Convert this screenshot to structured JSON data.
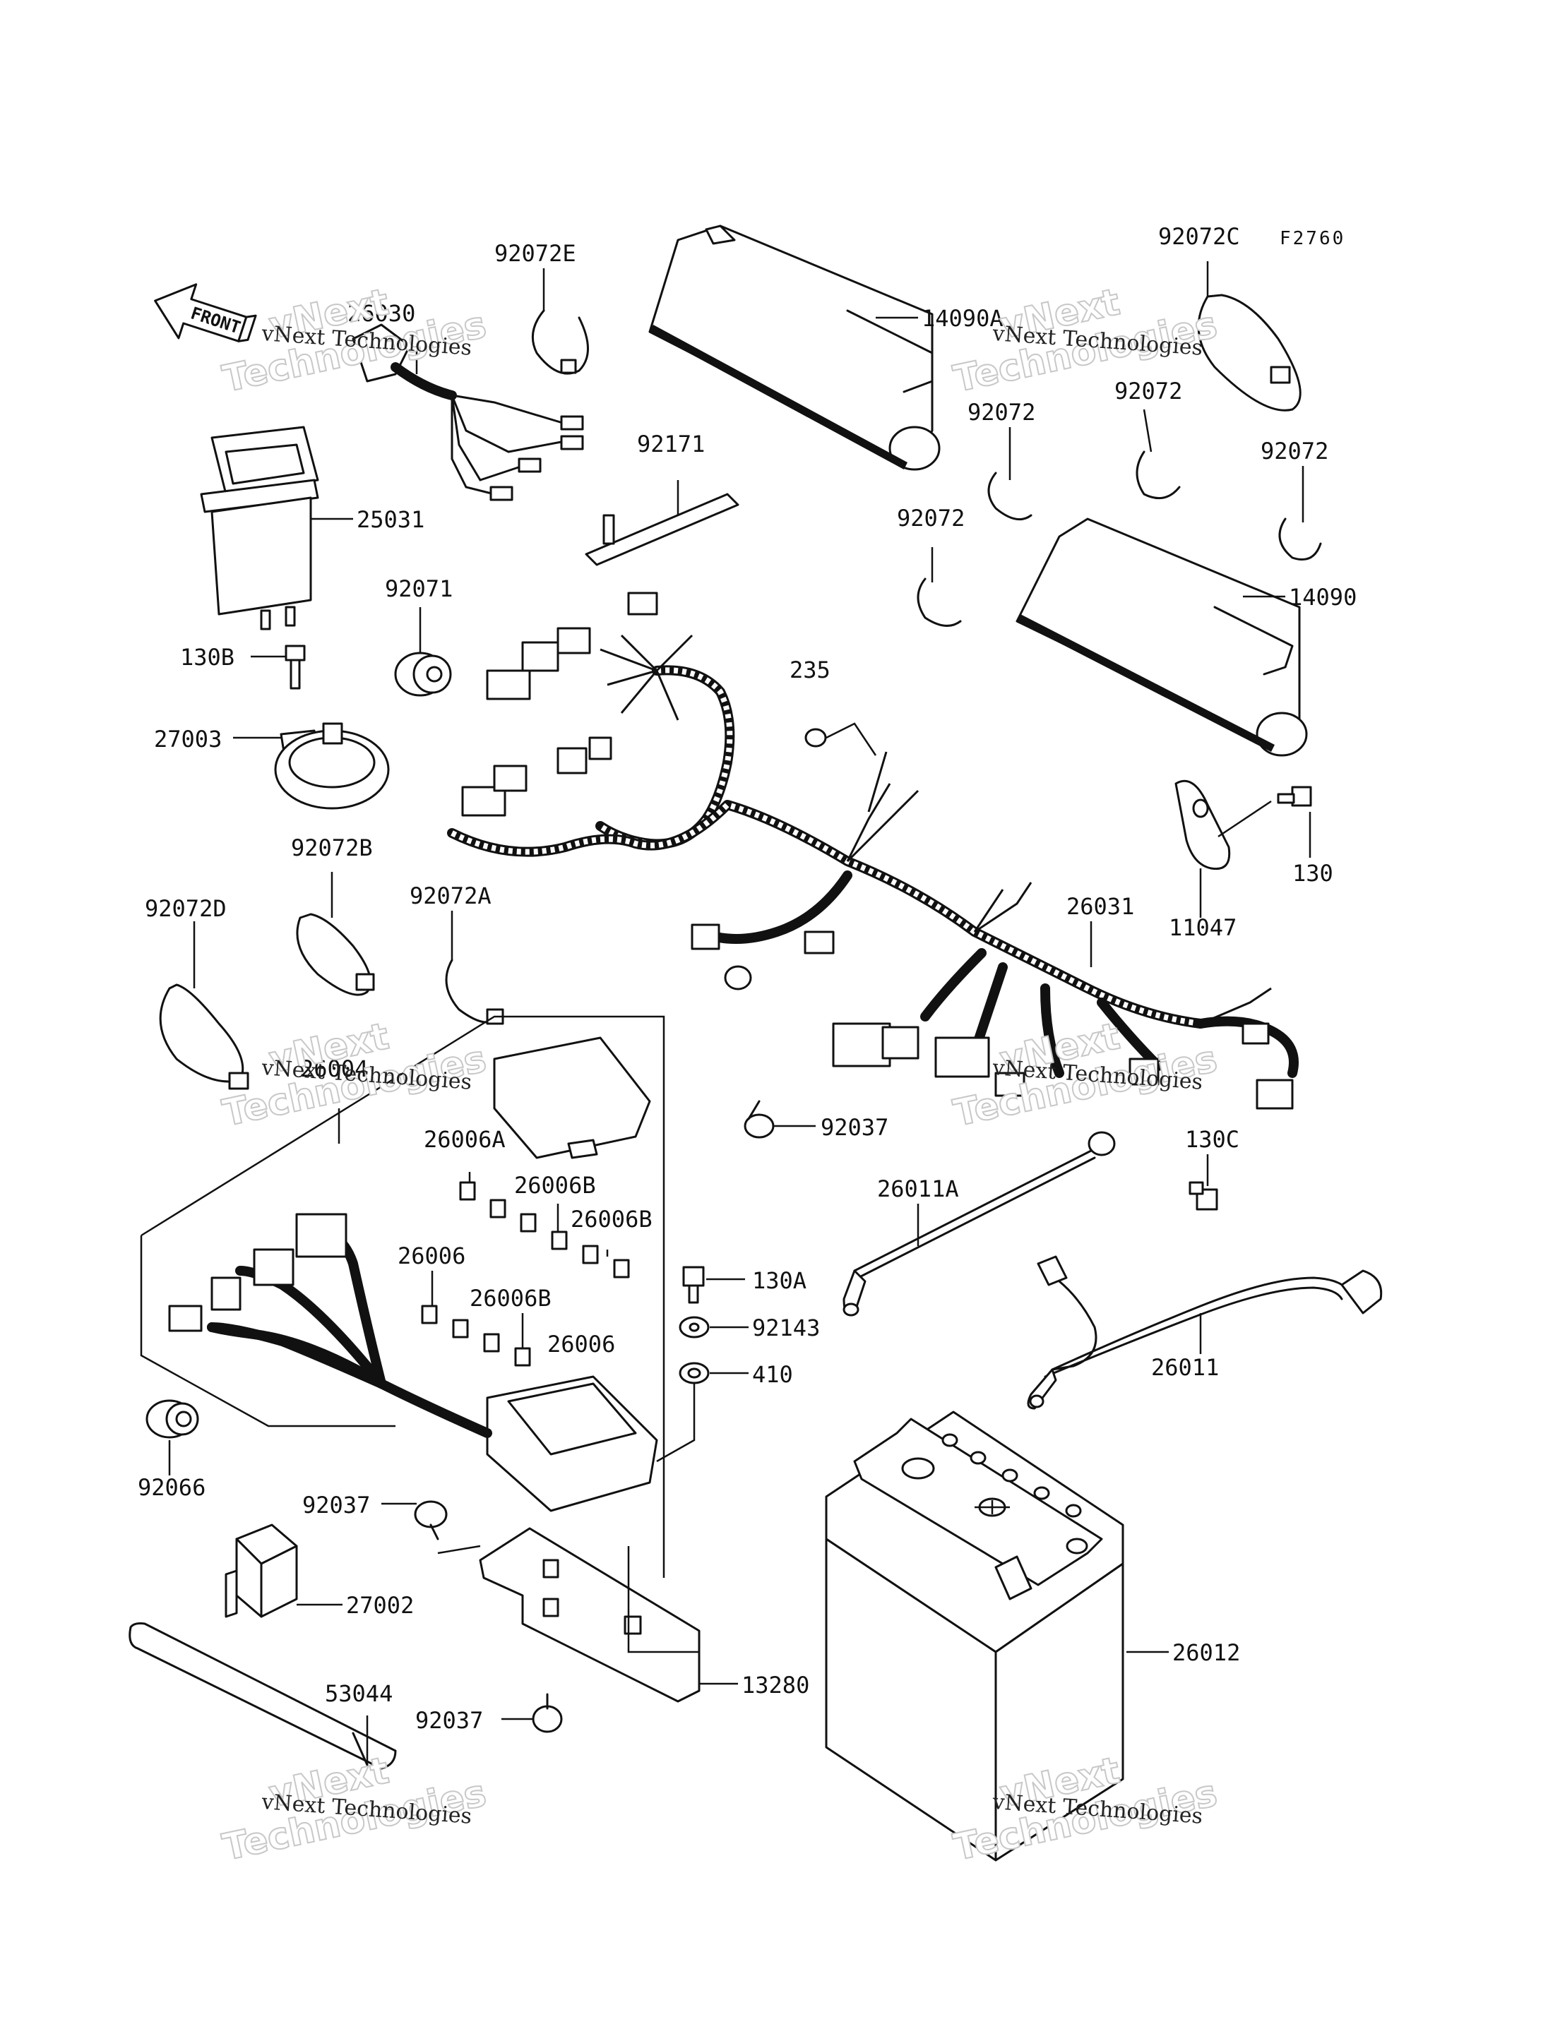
{
  "diagram": {
    "reference_code": "F2760",
    "front_arrow_label": "FRONT",
    "labels": [
      {
        "id": "92072E",
        "text": "92072E"
      },
      {
        "id": "26030",
        "text": "26030"
      },
      {
        "id": "14090A",
        "text": "14090A"
      },
      {
        "id": "92072C",
        "text": "92072C"
      },
      {
        "id": "92072-a",
        "text": "92072"
      },
      {
        "id": "92072-b",
        "text": "92072"
      },
      {
        "id": "92072-c",
        "text": "92072"
      },
      {
        "id": "92072-d",
        "text": "92072"
      },
      {
        "id": "92171",
        "text": "92171"
      },
      {
        "id": "25031",
        "text": "25031"
      },
      {
        "id": "14090",
        "text": "14090"
      },
      {
        "id": "92071",
        "text": "92071"
      },
      {
        "id": "130B",
        "text": "130B"
      },
      {
        "id": "235",
        "text": "235"
      },
      {
        "id": "27003",
        "text": "27003"
      },
      {
        "id": "130",
        "text": "130"
      },
      {
        "id": "92072B",
        "text": "92072B"
      },
      {
        "id": "92072D",
        "text": "92072D"
      },
      {
        "id": "92072A",
        "text": "92072A"
      },
      {
        "id": "26031",
        "text": "26031"
      },
      {
        "id": "11047",
        "text": "11047"
      },
      {
        "id": "26004",
        "text": "26004"
      },
      {
        "id": "92037-a",
        "text": "92037"
      },
      {
        "id": "26006A",
        "text": "26006A"
      },
      {
        "id": "130C",
        "text": "130C"
      },
      {
        "id": "26006B-a",
        "text": "26006B"
      },
      {
        "id": "26011A",
        "text": "26011A"
      },
      {
        "id": "26006B-b",
        "text": "26006B"
      },
      {
        "id": "26006-a",
        "text": "26006"
      },
      {
        "id": "130A",
        "text": "130A"
      },
      {
        "id": "26006B-c",
        "text": "26006B"
      },
      {
        "id": "26006-b",
        "text": "26006"
      },
      {
        "id": "92143",
        "text": "92143"
      },
      {
        "id": "26011",
        "text": "26011"
      },
      {
        "id": "410",
        "text": "410"
      },
      {
        "id": "92066",
        "text": "92066"
      },
      {
        "id": "92037-b",
        "text": "92037"
      },
      {
        "id": "27002",
        "text": "27002"
      },
      {
        "id": "26012",
        "text": "26012"
      },
      {
        "id": "13280",
        "text": "13280"
      },
      {
        "id": "53044",
        "text": "53044"
      },
      {
        "id": "92037-c",
        "text": "92037"
      }
    ],
    "watermark": {
      "line1": "vNext",
      "line2": "Technologies",
      "caption": "vNext Technologies"
    }
  }
}
